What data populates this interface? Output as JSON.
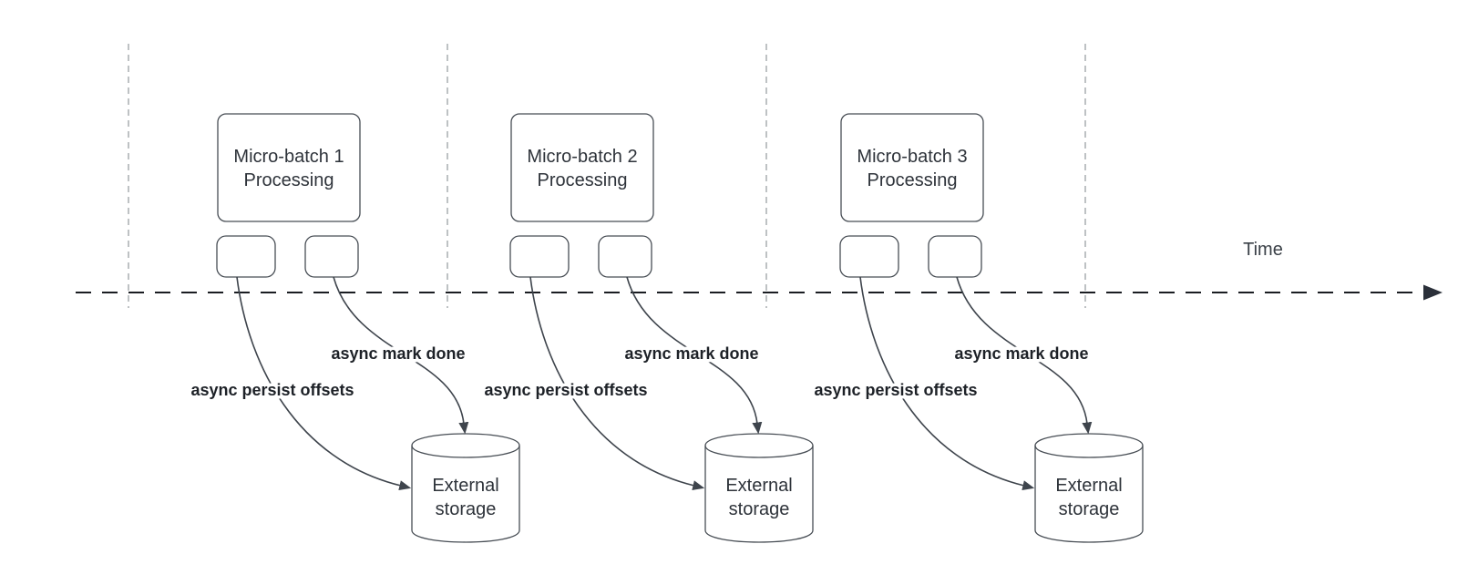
{
  "axis": {
    "label": "Time"
  },
  "groups": [
    {
      "batch_line1": "Micro-batch 1",
      "batch_line2": "Processing",
      "persist_arrow_label": "async persist offsets",
      "mark_arrow_label": "async mark done",
      "storage_line1": "External",
      "storage_line2": "storage"
    },
    {
      "batch_line1": "Micro-batch 2",
      "batch_line2": "Processing",
      "persist_arrow_label": "async persist offsets",
      "mark_arrow_label": "async mark done",
      "storage_line1": "External",
      "storage_line2": "storage"
    },
    {
      "batch_line1": "Micro-batch 3",
      "batch_line2": "Processing",
      "persist_arrow_label": "async persist offsets",
      "mark_arrow_label": "async mark done",
      "storage_line1": "External",
      "storage_line2": "storage"
    }
  ],
  "colors": {
    "background": "#ffffff",
    "shape_stroke": "#474d54",
    "shape_text": "#2e333a",
    "arrow_stroke": "#3e444c",
    "arrow_label_text": "#1d2127",
    "axis_line": "#1a1d22",
    "guide_line": "#a3a7ab"
  }
}
